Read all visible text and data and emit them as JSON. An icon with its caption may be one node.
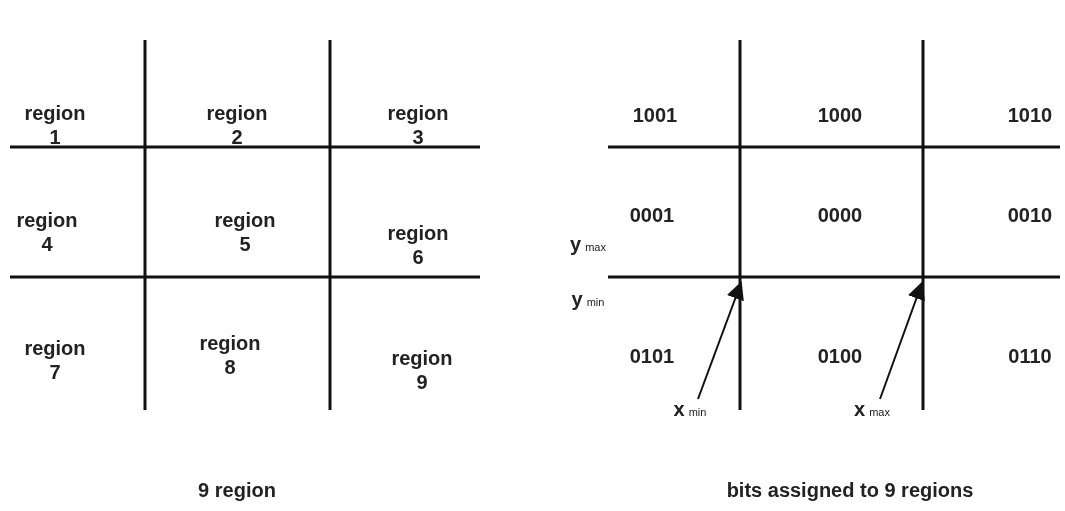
{
  "diagram": {
    "nodes": [
      {
        "text": [
          "x$_{min}$"
        ]
      },
      {
        "text": [
          "x$_{max}$"
        ]
      }
    ],
    "edges": [
      {
        "from": 0,
        "to": null,
        "arrow": "to"
      },
      {
        "from": 1,
        "to": null,
        "arrow": "to"
      }
    ],
    "labels": [
      "region 1",
      "region 2",
      "region 3",
      "region 4",
      "region 5",
      "region 6",
      "region 7",
      "region 8",
      "region 9",
      "1001",
      "1000",
      "1010",
      "y$_{max}$",
      "0001",
      "0000",
      "0010",
      "y$_{min}$",
      "0101",
      "0100",
      "0110",
      "9 region",
      "bits assigned to 9 regions"
    ]
  }
}
